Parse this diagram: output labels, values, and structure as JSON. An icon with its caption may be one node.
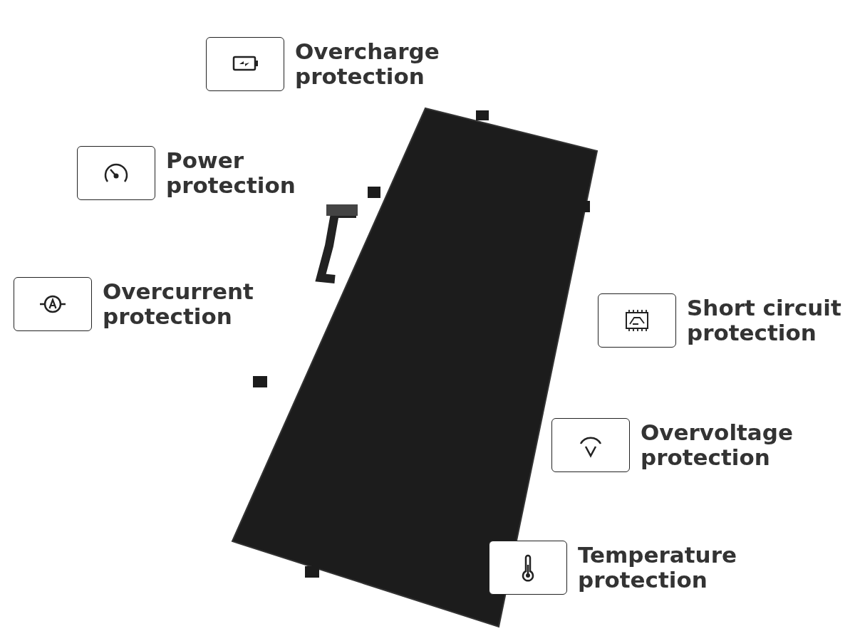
{
  "diagram": {
    "nodes": [
      {
        "text": [
          "Overcharge protection"
        ]
      },
      {
        "text": [
          "Power protection"
        ]
      },
      {
        "text": [
          "Overcurrent protection"
        ]
      },
      {
        "text": [
          "Short circuit protection"
        ]
      },
      {
        "text": [
          "Overvoltage protection"
        ]
      },
      {
        "text": [
          "Temperature protection"
        ]
      }
    ]
  }
}
